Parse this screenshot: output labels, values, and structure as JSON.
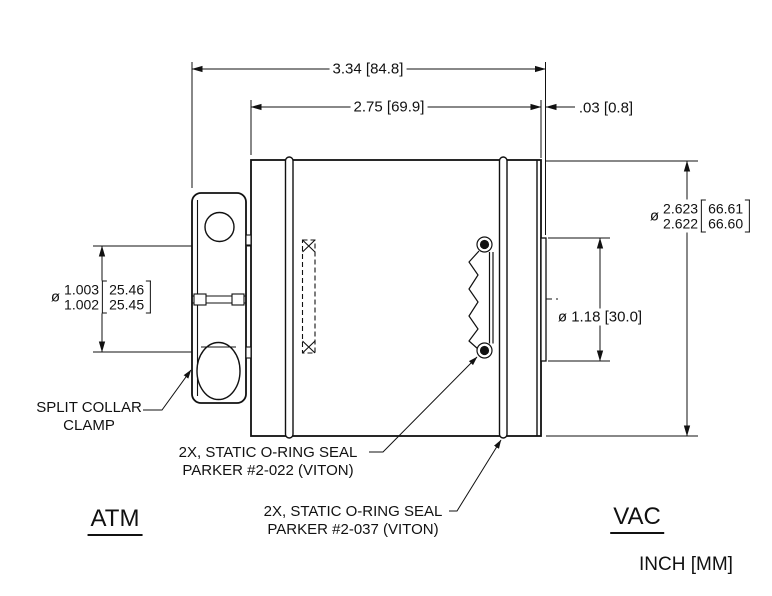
{
  "drawing": {
    "title": "vacuum coupling section view",
    "units_note": "INCH [MM]",
    "colors": {
      "line": "#111111",
      "background": "#ffffff"
    },
    "dimensions": {
      "overall_length": "3.34 [84.8]",
      "body_length": "2.75 [69.9]",
      "end_step": ".03 [0.8]",
      "bore_right": "ø 1.18 [30.0]",
      "outer_diameter": {
        "dia_symbol": "ø",
        "upper_in": "2.623",
        "lower_in": "2.622",
        "upper_mm": "66.61",
        "lower_mm": "66.60"
      },
      "bore_left": {
        "dia_symbol": "ø",
        "upper_in": "1.003",
        "lower_in": "1.002",
        "upper_mm": "25.46",
        "lower_mm": "25.45"
      }
    },
    "labels": {
      "split_collar": [
        "SPLIT COLLAR",
        "CLAMP"
      ],
      "oring_022": [
        "2X, STATIC O-RING SEAL",
        "PARKER #2-022 (VITON)"
      ],
      "oring_037": [
        "2X, STATIC O-RING SEAL",
        "PARKER #2-037 (VITON)"
      ],
      "atm": "ATM",
      "vac": "VAC"
    }
  }
}
